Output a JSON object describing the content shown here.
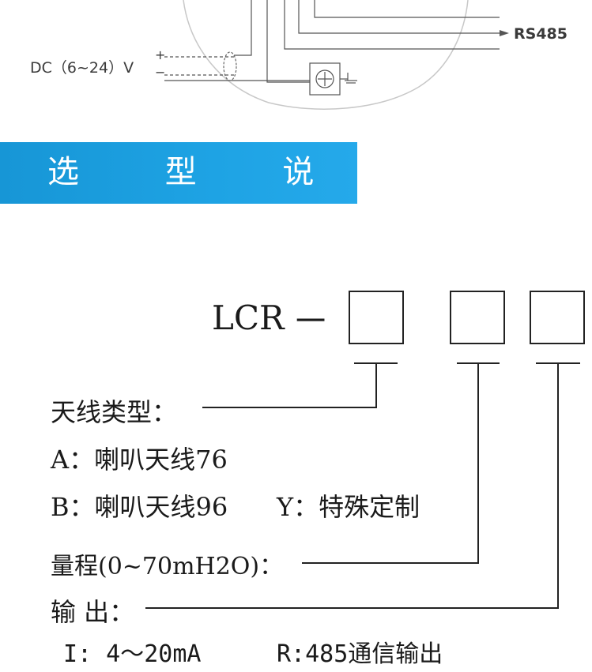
{
  "wiring": {
    "rs485_label": "RS485",
    "power_label": "DC（6~24）V",
    "plus_sign": "+",
    "minus_sign": "−"
  },
  "banner": {
    "title": "选 型 说 明",
    "color": "#1ea3e4"
  },
  "model_code": {
    "prefix": "LCR",
    "dash": "一"
  },
  "options": {
    "antenna_heading": "天线类型：",
    "antenna_a": "A：喇叭天线76",
    "antenna_b": "B：喇叭天线96",
    "antenna_y": "Y：特殊定制",
    "range_heading": "量程(0~70mH2O)：",
    "output_heading": "输 出：",
    "output_i": "I: 4～20mA",
    "output_r": "R:485通信输出"
  }
}
